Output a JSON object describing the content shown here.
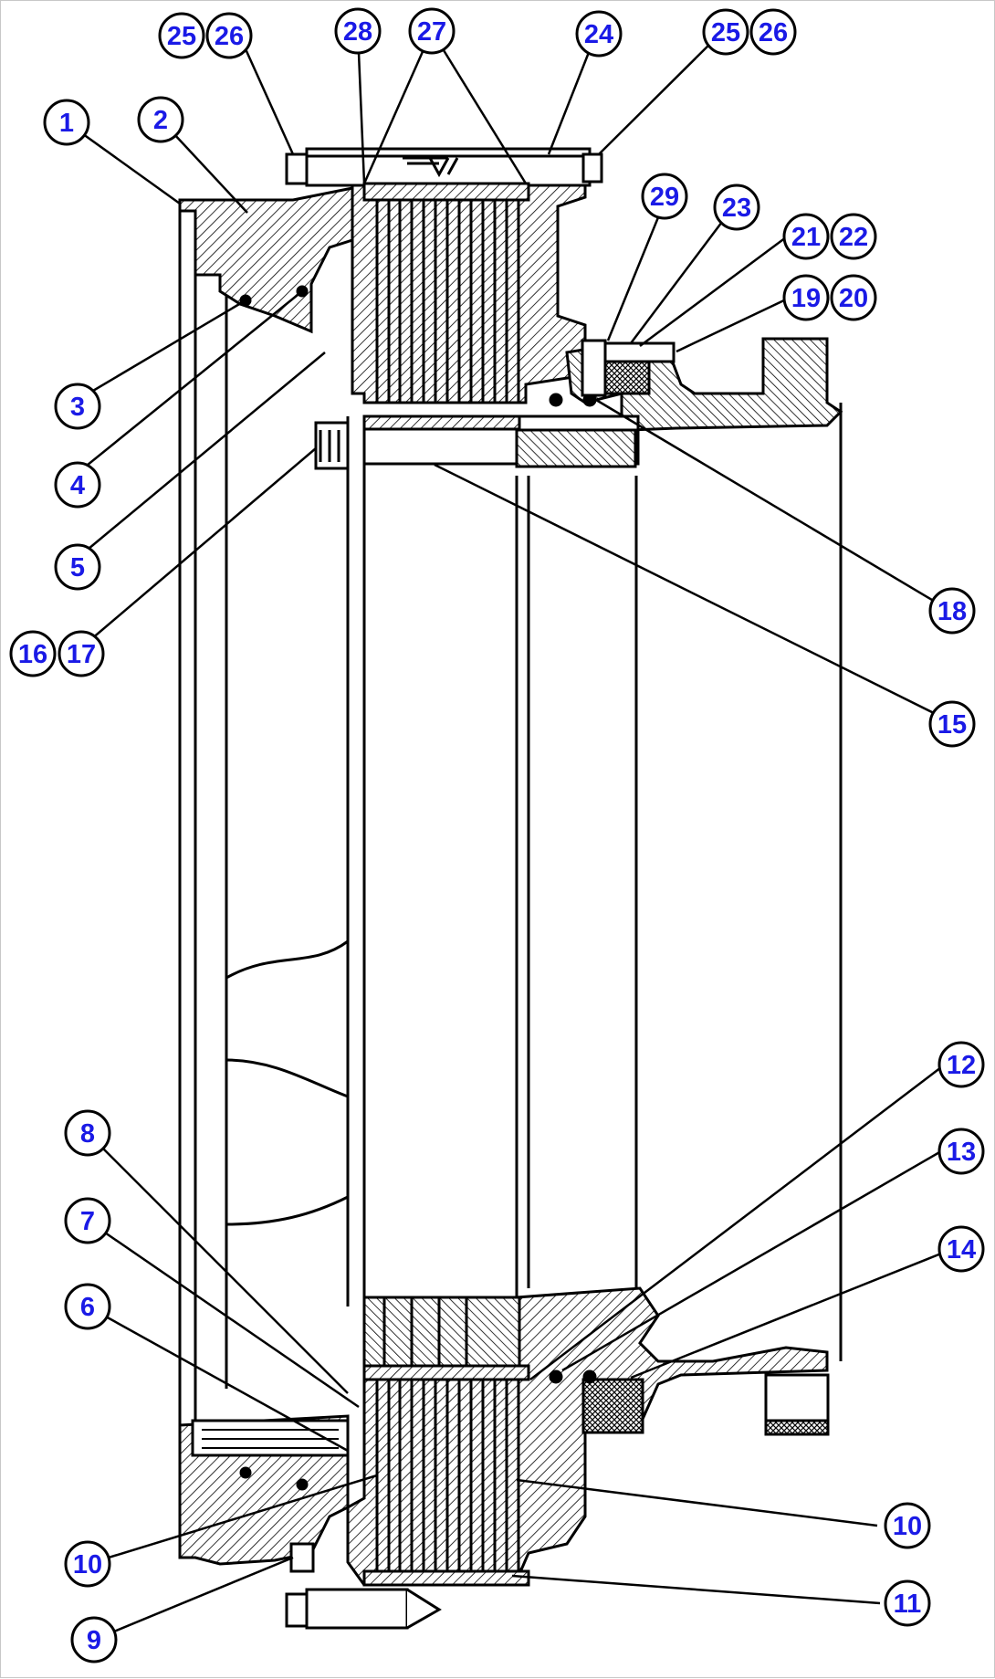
{
  "colors": {
    "line": "#000000",
    "callout_text": "#1a1ae6",
    "callout_fill": "#ffffff",
    "background": "#ffffff"
  },
  "callouts": [
    {
      "label": "1"
    },
    {
      "label": "2"
    },
    {
      "label": "3"
    },
    {
      "label": "4"
    },
    {
      "label": "5"
    },
    {
      "label": "6"
    },
    {
      "label": "7"
    },
    {
      "label": "8"
    },
    {
      "label": "9"
    },
    {
      "label": "10"
    },
    {
      "label": "10"
    },
    {
      "label": "11"
    },
    {
      "label": "12"
    },
    {
      "label": "13"
    },
    {
      "label": "14"
    },
    {
      "label": "15"
    },
    {
      "label": "16"
    },
    {
      "label": "17"
    },
    {
      "label": "18"
    },
    {
      "label": "19"
    },
    {
      "label": "20"
    },
    {
      "label": "21"
    },
    {
      "label": "22"
    },
    {
      "label": "23"
    },
    {
      "label": "24"
    },
    {
      "label": "25"
    },
    {
      "label": "26"
    },
    {
      "label": "25"
    },
    {
      "label": "26"
    },
    {
      "label": "27"
    },
    {
      "label": "28"
    },
    {
      "label": "29"
    }
  ]
}
